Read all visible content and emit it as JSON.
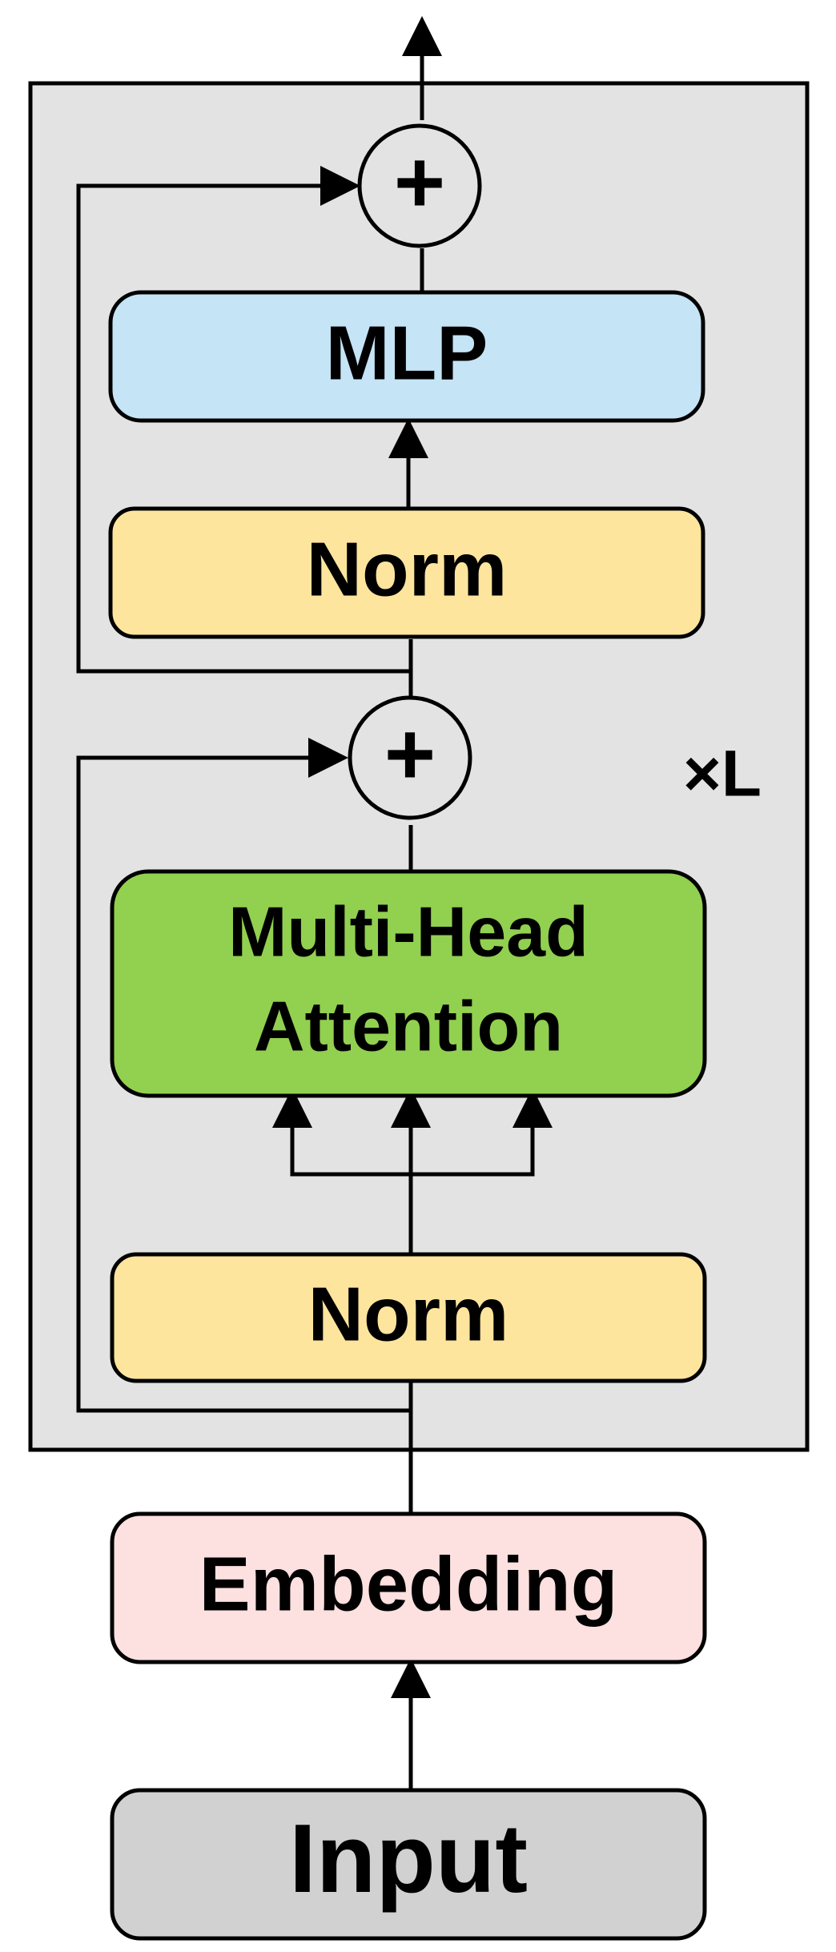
{
  "repeat_label": "×L",
  "blocks": {
    "input": {
      "label": "Input",
      "color": "#d1d1d1"
    },
    "embedding": {
      "label": "Embedding",
      "color": "#fde0e0"
    },
    "norm_1": {
      "label": "Norm",
      "color": "#fde59d"
    },
    "attention": {
      "label_line_1": "Multi-Head",
      "label_line_2": "Attention",
      "color": "#92d050"
    },
    "norm_2": {
      "label": "Norm",
      "color": "#fde59d"
    },
    "mlp": {
      "label": "MLP",
      "color": "#c5e4f6"
    }
  },
  "sum_symbol": "+",
  "frame_color": "#e3e3e3"
}
